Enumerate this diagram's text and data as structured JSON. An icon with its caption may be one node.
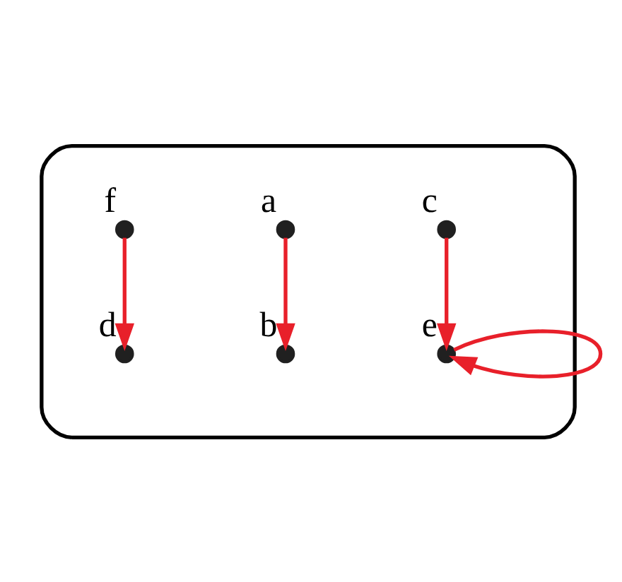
{
  "diagram": {
    "nodes": [
      {
        "text": [],
        "shape": "blob"
      },
      {
        "text": [
          "d"
        ],
        "in": 0
      },
      {
        "text": [
          "c"
        ],
        "in": 0
      },
      {
        "text": [
          "e"
        ],
        "in": 0
      },
      {
        "text": [
          "a"
        ],
        "in": 0
      },
      {
        "text": [
          "f"
        ],
        "in": 0
      },
      {
        "text": [
          "b"
        ],
        "in": 0
      }
    ],
    "edges": [
      {
        "from": 5,
        "to": 1,
        "arrow": "to"
      },
      {
        "from": 2,
        "to": 3,
        "arrow": "to"
      },
      {
        "from": 3,
        "to": 3,
        "arrow": "to"
      },
      {
        "from": 4,
        "to": 6,
        "arrow": "to"
      }
    ]
  }
}
